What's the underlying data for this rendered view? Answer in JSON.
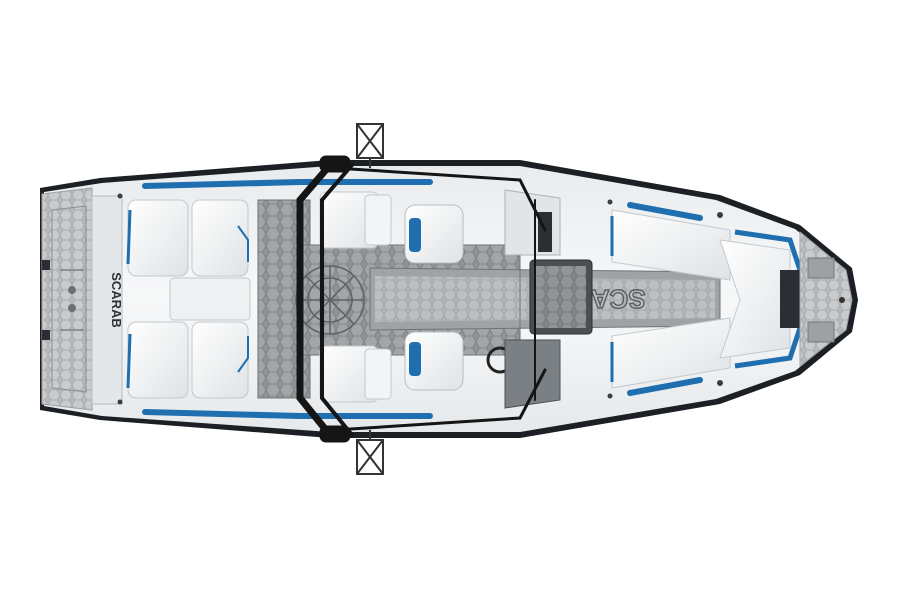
{
  "photo": {
    "subject": "boat-top-view",
    "brand_marks": {
      "swim_platform": "SCARAB",
      "deck": "SCARAB"
    }
  },
  "colors": {
    "background": "#ffffff",
    "hull_white": "#f4f5f6",
    "hull_edge": "#1c1f24",
    "accent_blue": "#1f6fb0",
    "deck_grey": "#9a9d9f",
    "deck_dark": "#6f7376",
    "upholstery": "#eceff1",
    "tower_black": "#151515"
  }
}
